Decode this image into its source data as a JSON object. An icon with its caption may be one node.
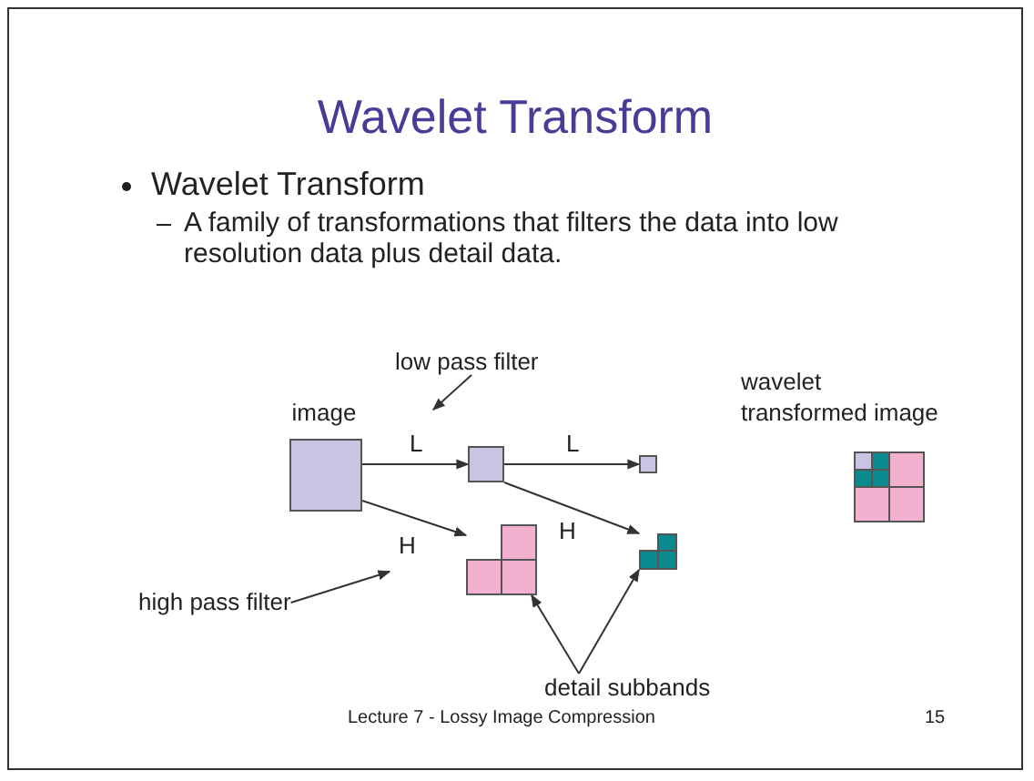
{
  "diagram": {
    "title": "Wavelet Transform",
    "nodes": [
      {
        "text": [
          "image"
        ]
      },
      {
        "text": [],
        "shape": "box"
      },
      {
        "text": [],
        "shape": "box"
      },
      {
        "text": [],
        "shape": "box"
      },
      {
        "text": [],
        "shape": "box"
      },
      {
        "text": [
          "wavelet transformed image"
        ]
      },
      {
        "text": [
          "low pass filter"
        ]
      },
      {
        "text": [
          "high pass filter"
        ]
      },
      {
        "text": [
          "detail subbands"
        ]
      }
    ],
    "edges": [
      {
        "from": 0,
        "to": 1,
        "arrow": "to",
        "label": "L"
      },
      {
        "from": 1,
        "to": 2,
        "arrow": "to",
        "label": "L"
      },
      {
        "from": 0,
        "to": 3,
        "arrow": "to",
        "label": "H"
      },
      {
        "from": 1,
        "to": 4,
        "arrow": "to",
        "label": "H"
      },
      {
        "from": 6,
        "to": null,
        "arrow": "to"
      },
      {
        "from": 7,
        "to": null,
        "arrow": "to"
      },
      {
        "from": 8,
        "to": 3,
        "arrow": "to"
      },
      {
        "from": 8,
        "to": 4,
        "arrow": "to"
      }
    ],
    "labels": [
      "Wavelet Transform",
      "A family of transformations that filters the data into low resolution data plus detail data.",
      "Lecture 7 - Lossy Image Compression",
      "15"
    ]
  }
}
